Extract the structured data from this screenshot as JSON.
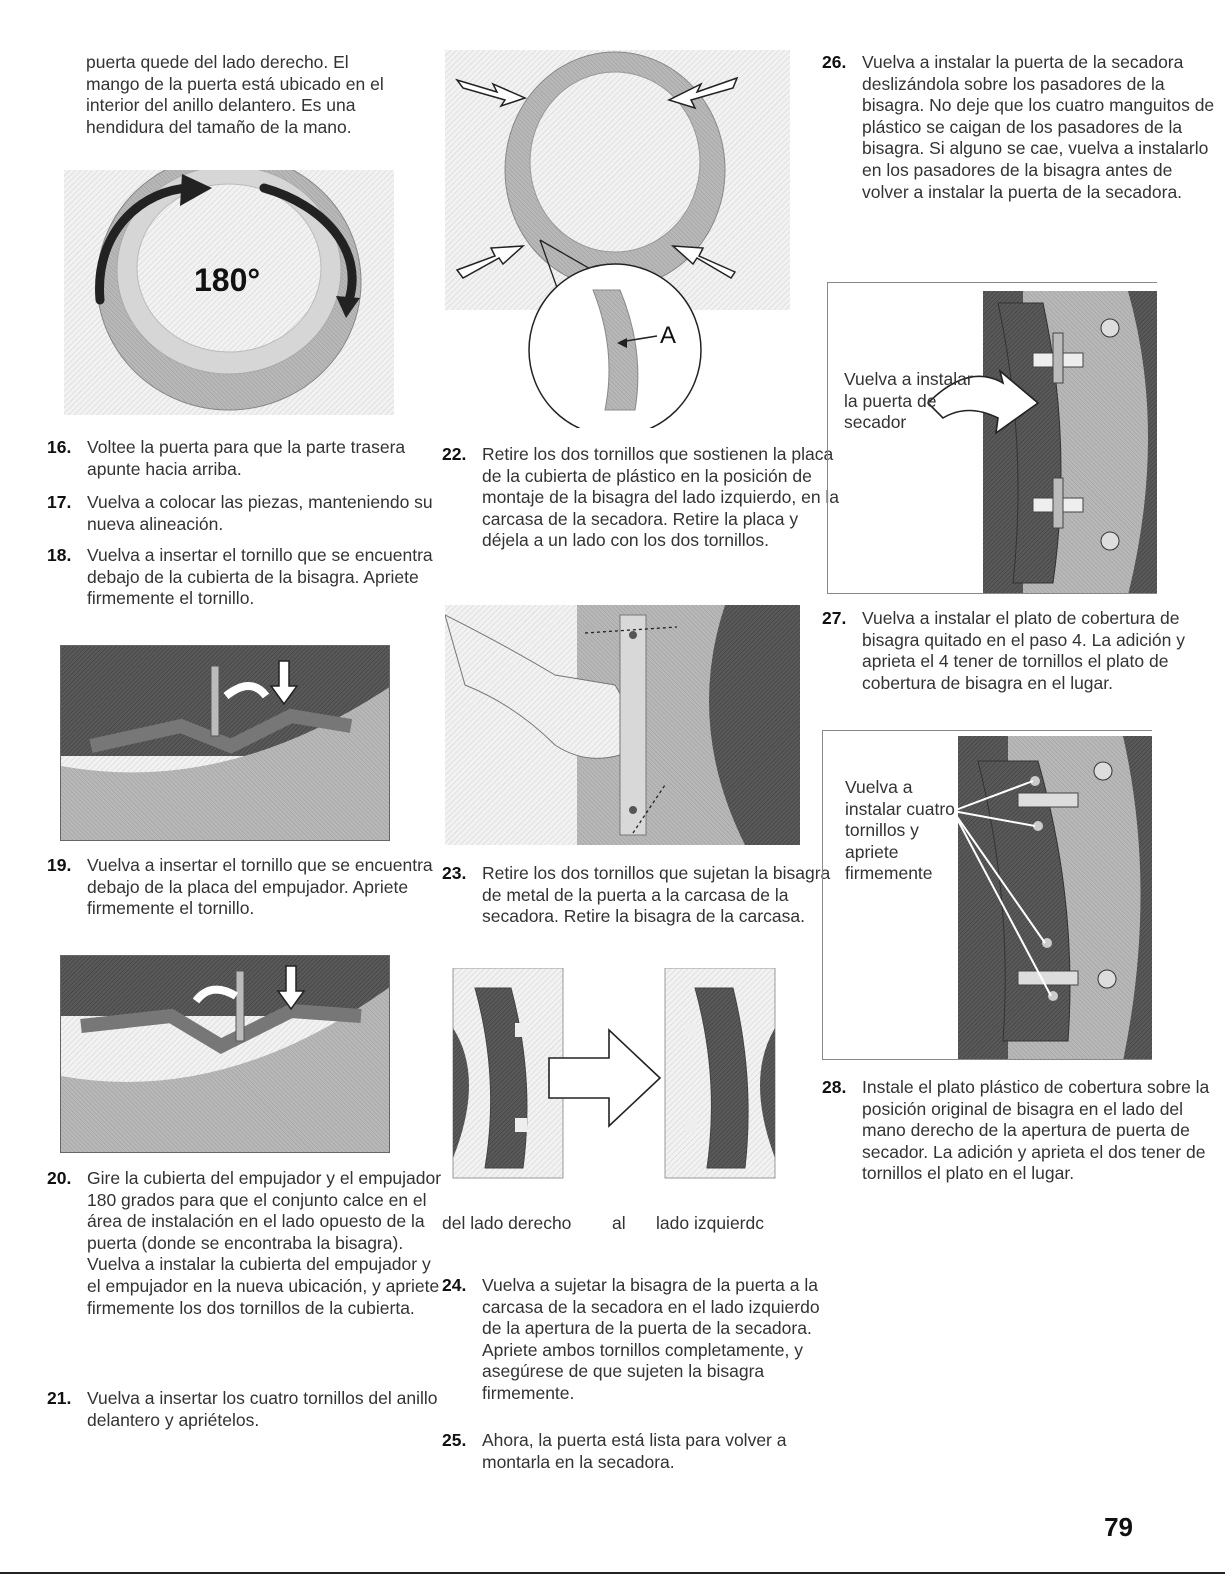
{
  "intro_text": "puerta quede del lado derecho. El mango de la puerta está ubicado en el interior del anillo delantero. Es una hendidura del tamaño de la mano.",
  "figures": {
    "rotate_label": "180°",
    "callout_letter": "A",
    "hinge_from_label": "del lado derecho",
    "hinge_middle_label": "al",
    "hinge_to_label": "lado izquierdc",
    "reinstall_door_label": "Vuelva a instalar la puerta de secador",
    "reinstall_screws_label": "Vuelva a instalar cuatro tornillos y apriete firmemente"
  },
  "steps": [
    {
      "num": "16.",
      "text": "Voltee la puerta para que la parte trasera apunte hacia arriba."
    },
    {
      "num": "17.",
      "text": "Vuelva a colocar las piezas, manteniendo su nueva alineación."
    },
    {
      "num": "18.",
      "text": "Vuelva a insertar el tornillo que se encuentra debajo de la cubierta de la bisagra. Apriete firmemente el tornillo."
    },
    {
      "num": "19.",
      "text": "Vuelva a insertar el tornillo que se encuentra debajo de la placa del empujador. Apriete firmemente el tornillo."
    },
    {
      "num": "20.",
      "text": "Gire la cubierta del empujador y el empujador 180 grados para que el conjunto calce en el área de instalación en el lado opuesto de la puerta (donde se encontraba la bisagra). Vuelva a instalar la cubierta del empujador y el empujador en la nueva ubicación, y apriete firmemente los dos tornillos de la cubierta."
    },
    {
      "num": "21.",
      "text": "Vuelva a insertar los cuatro tornillos del anillo delantero y apriételos."
    },
    {
      "num": "22.",
      "text": "Retire los dos tornillos que sostienen la placa de la cubierta de plástico en la posición de montaje de la bisagra del lado izquierdo, en la carcasa de la secadora. Retire la placa y déjela a un lado con los dos tornillos."
    },
    {
      "num": "23.",
      "text": "Retire los dos tornillos que sujetan la bisagra de metal de la puerta a la carcasa de la secadora. Retire la bisagra de la carcasa."
    },
    {
      "num": "24.",
      "text": "Vuelva a sujetar la bisagra de la puerta a la carcasa de la secadora en el lado izquierdo de la apertura de la puerta de la secadora. Apriete ambos tornillos completamente, y asegúrese de que sujeten la bisagra firmemente."
    },
    {
      "num": "25.",
      "text": "Ahora, la puerta está lista para volver a montarla en la secadora."
    },
    {
      "num": "26.",
      "text": "Vuelva a instalar la puerta de la secadora deslizándola sobre los pasadores de la bisagra. No deje que los cuatro manguitos de plástico se caigan de los pasadores de la bisagra. Si alguno se cae, vuelva a instalarlo en los pasadores de la bisagra antes de volver a instalar la puerta de la secadora."
    },
    {
      "num": "27.",
      "text": "Vuelva a instalar el plato de cobertura de bisagra quitado en el paso 4. La adición y aprieta el 4 tener de tornillos el plato de cobertura de bisagra en el lugar."
    },
    {
      "num": "28.",
      "text": "Instale el plato plástico de cobertura sobre la posición original de bisagra en el lado del mano derecho de la apertura de puerta de secador. La adición y aprieta el dos tener de tornillos el plato en el lugar."
    }
  ],
  "page_number": "79"
}
